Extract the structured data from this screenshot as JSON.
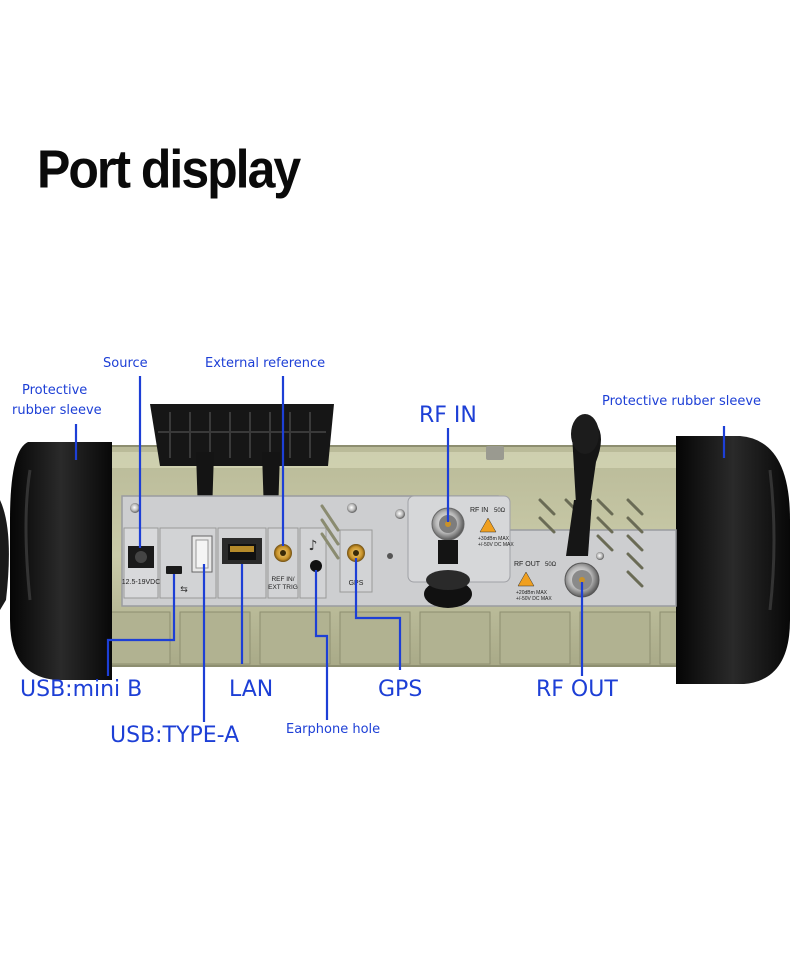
{
  "title": "Port display",
  "labels": {
    "source": "Source",
    "external_reference": "External reference",
    "protective_left_line1": "Protective",
    "protective_left_line2": "rubber sleeve",
    "protective_right": "Protective rubber sleeve",
    "rf_in": "RF IN",
    "usb_mini_b": "USB:mini  B",
    "lan": "LAN",
    "gps": "GPS",
    "rf_out": "RF OUT",
    "usb_type_a": "USB:TYPE-A",
    "earphone_hole": "Earphone hole"
  },
  "panel_text": {
    "power_rating": "12.5-19VDC",
    "ref_in_line1": "REF IN/",
    "ref_in_line2": "EXT TRIG",
    "gps_port": "GPS",
    "rf_in_port": "RF IN",
    "rf_out_port": "RF OUT",
    "impedance": "50Ω",
    "rf_in_warn_1": "+30dBm MAX",
    "rf_in_warn_2": "+/-50V DC MAX",
    "rf_out_warn_1": "+20dBm MAX",
    "rf_out_warn_2": "+/-50V DC MAX"
  },
  "colors": {
    "label_blue": "#1d3fd6",
    "body_khaki": "#c4c5a4",
    "panel_grey": "#cdced0",
    "rubber_black": "#111111"
  }
}
